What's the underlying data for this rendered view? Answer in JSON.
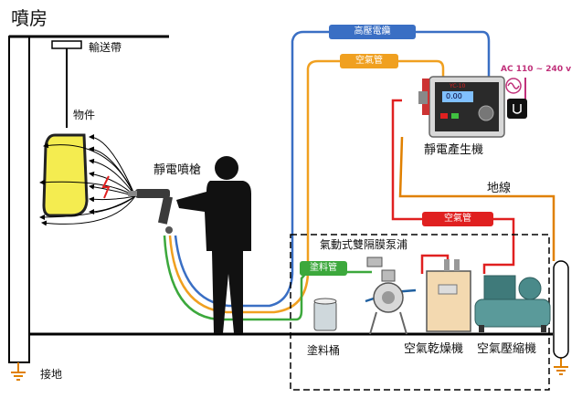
{
  "labels": {
    "booth": "噴房",
    "conveyor": "輸送帶",
    "workpiece": "物件",
    "spray_gun": "靜電噴槍",
    "generator": "靜電產生機",
    "ground_wire": "地線",
    "pump": "氣動式雙隔膜泵浦",
    "paint_bucket": "塗料桶",
    "dryer": "空氣乾燥機",
    "compressor": "空氣壓縮機",
    "earth": "接地",
    "power": "AC 110 ~ 240 v"
  },
  "tags": {
    "hv_cable": "高壓電纜",
    "air_hose_top": "空氣管",
    "air_hose_red": "空氣管",
    "paint_hose": "塗料管"
  },
  "generator_panel": {
    "model": "YC-10",
    "display": "0.00"
  },
  "colors": {
    "hv_cable": "#3a6fc4",
    "air_hose": "#f0a020",
    "red_hose": "#e02020",
    "paint_hose": "#3ca83c",
    "ground": "#e08000",
    "power_cord": "#c0307a"
  }
}
